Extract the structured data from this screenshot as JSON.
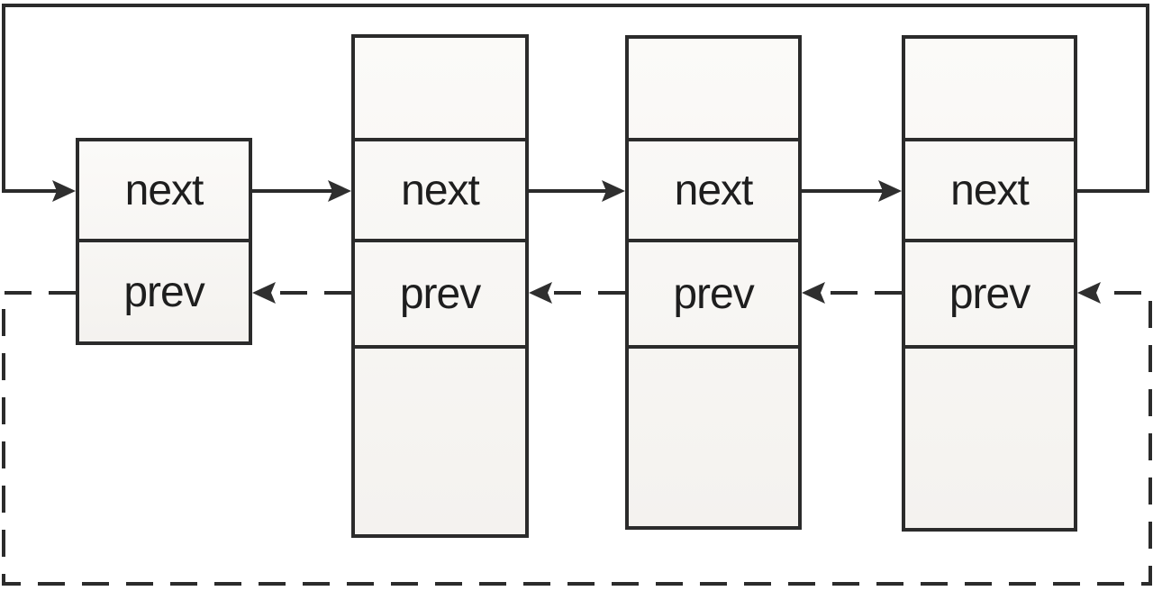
{
  "diagram": {
    "type": "doubly-circular-linked-list",
    "node_count": 4,
    "nodes": [
      {
        "next_label": "next",
        "prev_label": "prev"
      },
      {
        "next_label": "next",
        "prev_label": "prev"
      },
      {
        "next_label": "next",
        "prev_label": "prev"
      },
      {
        "next_label": "next",
        "prev_label": "prev"
      }
    ],
    "links": {
      "next_style": "solid",
      "prev_style": "dashed",
      "next_direction": "left-to-right",
      "prev_direction": "right-to-left",
      "circular": true
    }
  },
  "colors": {
    "line": "#2b2b2b",
    "arrowhead": "#2f2f2f",
    "node_border": "#2b2b2b",
    "node_fill_top": "#fbfaf8",
    "node_fill_bottom": "#f4f2ef",
    "text": "#1e1e1e",
    "background": "#ffffff"
  }
}
